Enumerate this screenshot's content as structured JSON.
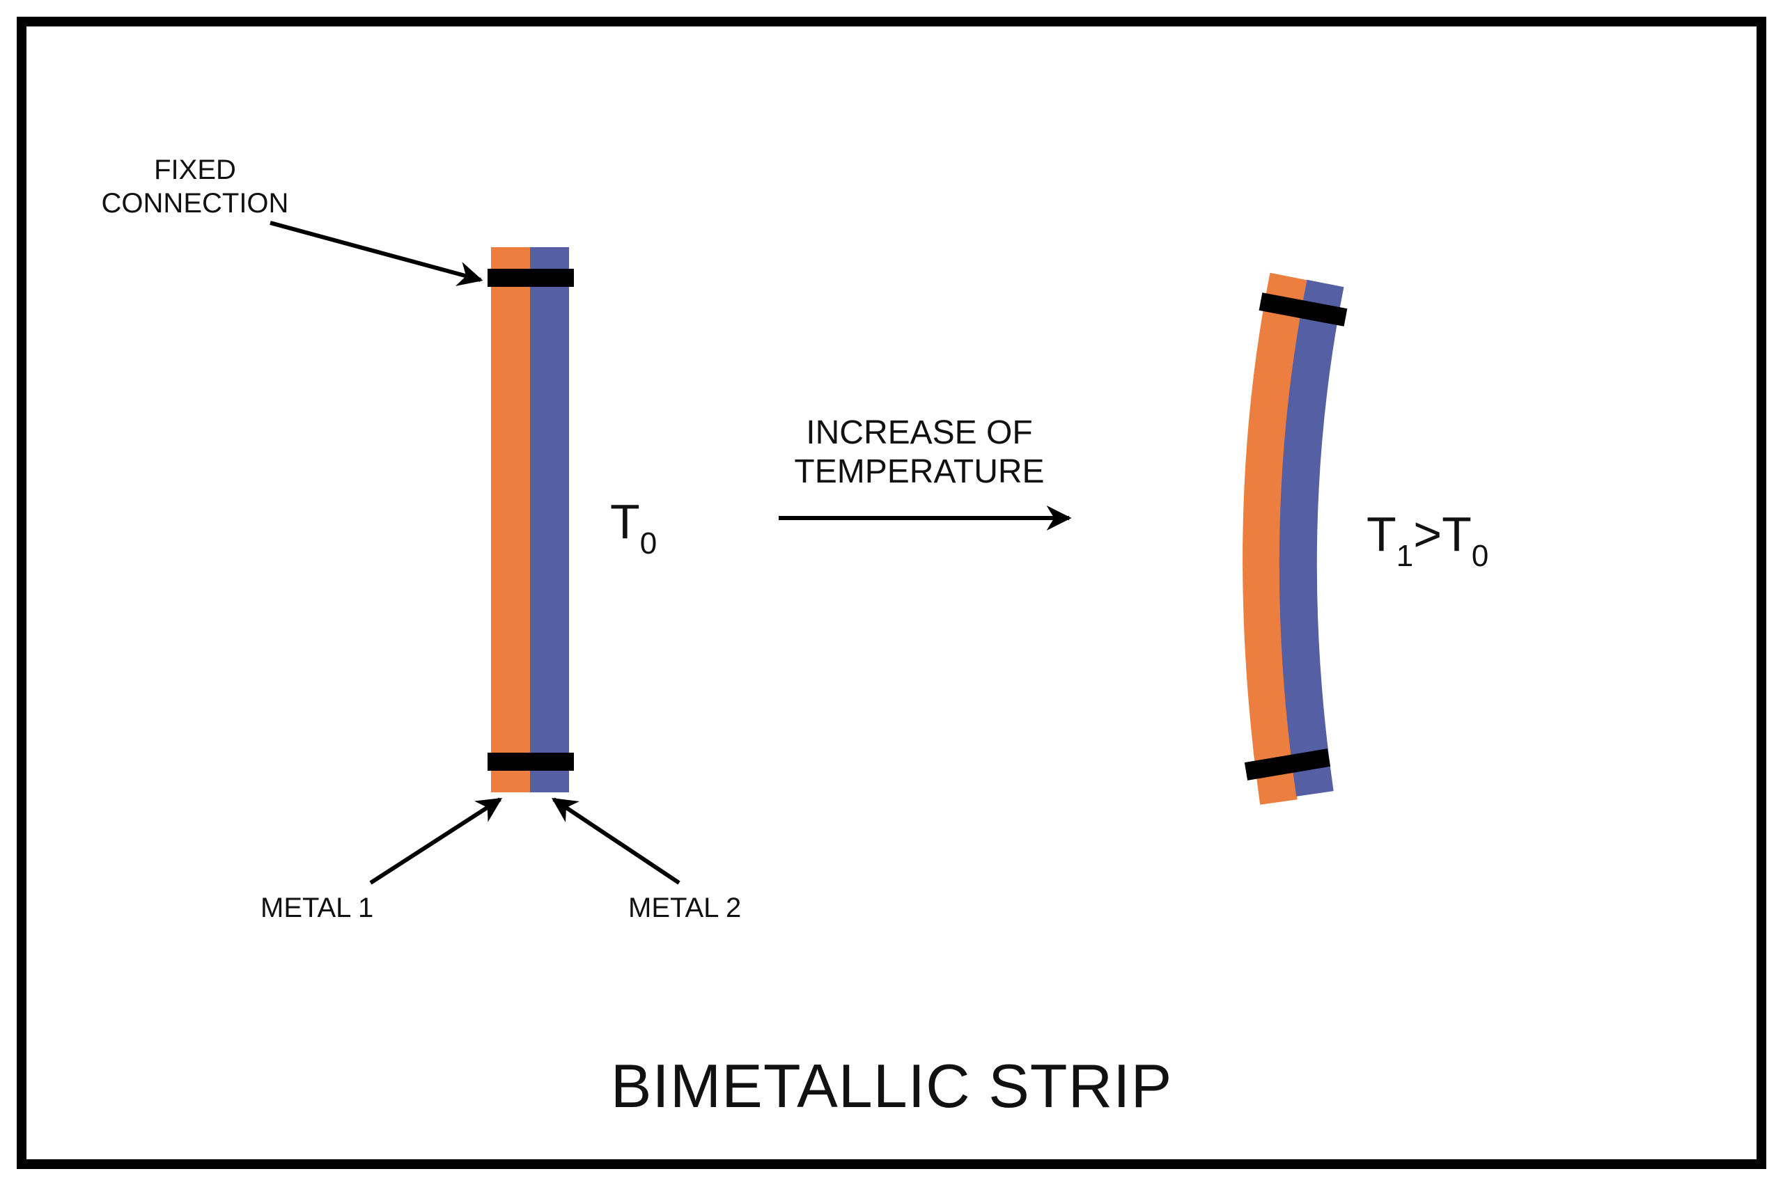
{
  "colors": {
    "metal1": "#ec7e3f",
    "metal2": "#5560a4",
    "clamp": "#000000",
    "frame": "#000000",
    "text": "#111111"
  },
  "labels": {
    "fixed_line1": "FIXED",
    "fixed_line2": "CONNECTION",
    "metal1": "METAL 1",
    "metal2": "METAL 2",
    "increase_line1": "INCREASE OF",
    "increase_line2": "TEMPERATURE",
    "title": "BIMETALLIC STRIP"
  },
  "temp_left": {
    "symbol": "T",
    "sub": "0"
  },
  "temp_right": {
    "symbol1": "T",
    "sub1": "1",
    "op": ">",
    "symbol2": "T",
    "sub2": "0"
  }
}
